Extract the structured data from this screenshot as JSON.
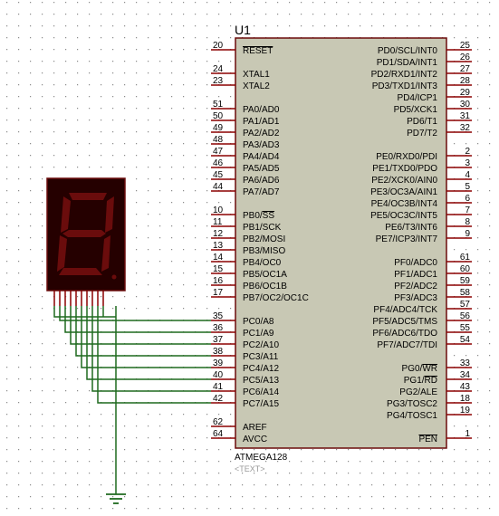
{
  "chip": {
    "ref": "U1",
    "part": "ATMEGA128",
    "text_placeholder": "<TEXT>",
    "left_pins": [
      {
        "num": "20",
        "name": "RESET",
        "overline": [
          0,
          5
        ]
      },
      {
        "num": "24",
        "name": "XTAL1"
      },
      {
        "num": "23",
        "name": "XTAL2"
      },
      {
        "num": "51",
        "name": "PA0/AD0"
      },
      {
        "num": "50",
        "name": "PA1/AD1"
      },
      {
        "num": "49",
        "name": "PA2/AD2"
      },
      {
        "num": "48",
        "name": "PA3/AD3"
      },
      {
        "num": "47",
        "name": "PA4/AD4"
      },
      {
        "num": "46",
        "name": "PA5/AD5"
      },
      {
        "num": "45",
        "name": "PA6/AD6"
      },
      {
        "num": "44",
        "name": "PA7/AD7"
      },
      {
        "num": "10",
        "name": "PB0/SS",
        "overline": [
          4,
          6
        ]
      },
      {
        "num": "11",
        "name": "PB1/SCK"
      },
      {
        "num": "12",
        "name": "PB2/MOSI"
      },
      {
        "num": "13",
        "name": "PB3/MISO"
      },
      {
        "num": "14",
        "name": "PB4/OC0"
      },
      {
        "num": "15",
        "name": "PB5/OC1A"
      },
      {
        "num": "16",
        "name": "PB6/OC1B"
      },
      {
        "num": "17",
        "name": "PB7/OC2/OC1C"
      },
      {
        "num": "35",
        "name": "PC0/A8"
      },
      {
        "num": "36",
        "name": "PC1/A9"
      },
      {
        "num": "37",
        "name": "PC2/A10"
      },
      {
        "num": "38",
        "name": "PC3/A11"
      },
      {
        "num": "39",
        "name": "PC4/A12"
      },
      {
        "num": "40",
        "name": "PC5/A13"
      },
      {
        "num": "41",
        "name": "PC6/A14"
      },
      {
        "num": "42",
        "name": "PC7/A15"
      },
      {
        "num": "62",
        "name": "AREF"
      },
      {
        "num": "64",
        "name": "AVCC"
      }
    ],
    "right_pins": [
      {
        "num": "25",
        "name": "PD0/SCL/INT0"
      },
      {
        "num": "26",
        "name": "PD1/SDA/INT1"
      },
      {
        "num": "27",
        "name": "PD2/RXD1/INT2"
      },
      {
        "num": "28",
        "name": "PD3/TXD1/INT3"
      },
      {
        "num": "29",
        "name": "PD4/ICP1"
      },
      {
        "num": "30",
        "name": "PD5/XCK1"
      },
      {
        "num": "31",
        "name": "PD6/T1"
      },
      {
        "num": "32",
        "name": "PD7/T2"
      },
      {
        "num": "2",
        "name": "PE0/RXD0/PDI"
      },
      {
        "num": "3",
        "name": "PE1/TXD0/PDO"
      },
      {
        "num": "4",
        "name": "PE2/XCK0/AIN0"
      },
      {
        "num": "5",
        "name": "PE3/OC3A/AIN1"
      },
      {
        "num": "6",
        "name": "PE4/OC3B/INT4"
      },
      {
        "num": "7",
        "name": "PE5/OC3C/INT5"
      },
      {
        "num": "8",
        "name": "PE6/T3/INT6"
      },
      {
        "num": "9",
        "name": "PE7/ICP3/INT7"
      },
      {
        "num": "61",
        "name": "PF0/ADC0"
      },
      {
        "num": "60",
        "name": "PF1/ADC1"
      },
      {
        "num": "59",
        "name": "PF2/ADC2"
      },
      {
        "num": "58",
        "name": "PF3/ADC3"
      },
      {
        "num": "57",
        "name": "PF4/ADC4/TCK"
      },
      {
        "num": "56",
        "name": "PF5/ADC5/TMS"
      },
      {
        "num": "55",
        "name": "PF6/ADC6/TDO"
      },
      {
        "num": "54",
        "name": "PF7/ADC7/TDI"
      },
      {
        "num": "33",
        "name": "PG0/WR",
        "overline": [
          4,
          6
        ]
      },
      {
        "num": "34",
        "name": "PG1/RD",
        "overline": [
          4,
          6
        ]
      },
      {
        "num": "43",
        "name": "PG2/ALE"
      },
      {
        "num": "18",
        "name": "PG3/TOSC2"
      },
      {
        "num": "19",
        "name": "PG4/TOSC1"
      },
      {
        "num": "1",
        "name": "PEN",
        "overline": [
          0,
          3
        ]
      }
    ]
  },
  "display": {
    "digit": "8"
  },
  "colors": {
    "chip_body": "#c8c8b4",
    "chip_border": "#6b0b0b",
    "pin_line": "#8b0000",
    "text": "#000000",
    "pin_num": "#000000",
    "wire": "#1f6a1f",
    "display_bg": "#250000",
    "display_border": "#6b0b0b",
    "segment": "#6a0c0c",
    "dot_grid": "#8c8c8c"
  }
}
